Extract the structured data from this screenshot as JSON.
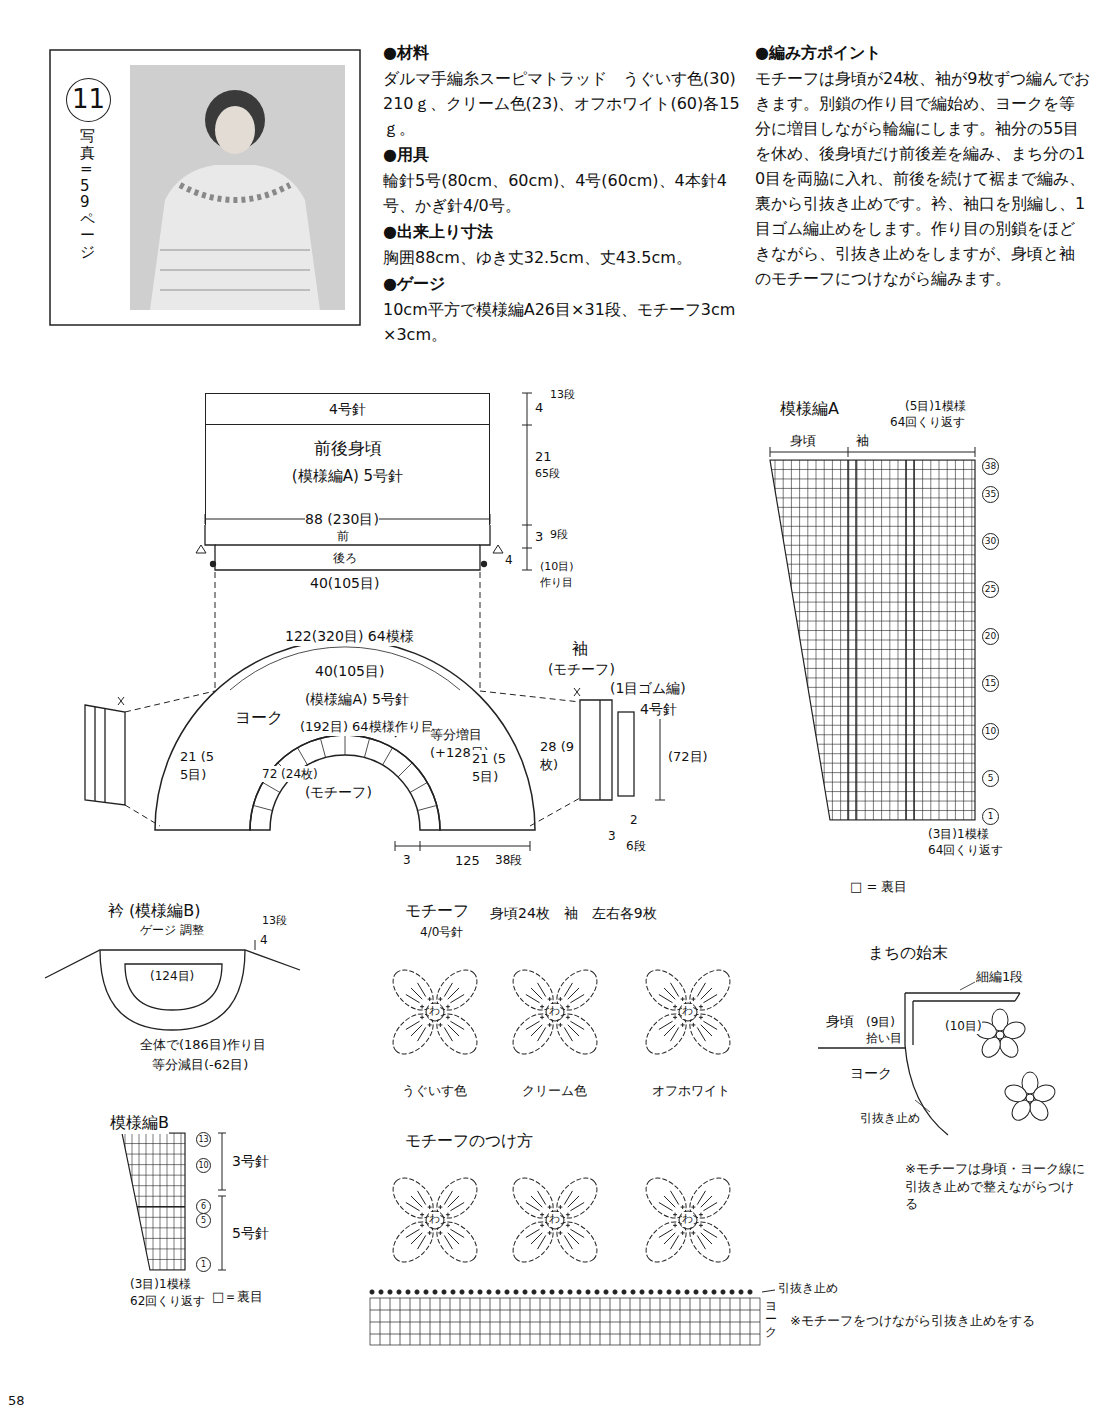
{
  "diagram": {
    "nodes": [
      {
        "text": [
          "11"
        ]
      },
      {
        "text": [
          "4号針"
        ]
      },
      {
        "text": [
          "前後身頃",
          "(模様編A) 5号針"
        ]
      },
      {
        "text": [
          "(模様編A) 5号針",
          "ヨーク"
        ]
      },
      {
        "text": [
          "(モチーフ)"
        ]
      }
    ],
    "labels": [
      "写真=59ページ",
      "●材料",
      "ダルマ手編糸スーピマトラッド　うぐいす色(30)210ｇ、クリーム色(23)、オフホワイト(60)各15ｇ。",
      "●用具",
      "輪針5号(80cm、60cm)、4号(60cm)、4本針4号、かぎ針4/0号。",
      "●出来上り寸法",
      "胸囲88cm、ゆき丈32.5cm、丈43.5cm。",
      "●ゲージ",
      "10cm平方で模様編A26目×31段、モチーフ3cm×3cm。",
      "●編み方ポイント",
      "モチーフは身頃が24枚、袖が9枚ずつ編んでおきます。別鎖の作り目で編始め、ヨークを等分に増目しながら輪編にします。袖分の55目を休め、後身頃だけ前後差を編み、まち分の10目を両脇に入れ、前後を続けて裾まで編み、裏から引抜き止めです。衿、袖口を別編し、1目ゴム編止めをします。作り目の別鎖をほどきながら、引抜き止めをしますが、身頃と袖のモチーフにつけながら編みます。",
      "88 (230目)",
      "前",
      "後ろ",
      "40(105目)",
      "4",
      "13段",
      "21",
      "65段",
      "3",
      "9段",
      "4",
      "(10目)",
      "作り目",
      "122(320目) 64模様",
      "40(105目)",
      "(192目) 64模様作り目",
      "72 (24枚)",
      "等分増目 (+128目)",
      "21 (55目)",
      "21 (55目)",
      "3",
      "125",
      "38段",
      "袖",
      "(モチーフ)",
      "(1目ゴム編)",
      "4号針",
      "28 (9枚)",
      "(72目)",
      "3",
      "2",
      "6段",
      "模様編A",
      "(5目)1模様",
      "64回くり返す",
      "身頃",
      "袖",
      "38",
      "35",
      "30",
      "25",
      "20",
      "15",
      "10",
      "5",
      "1",
      "(3目)1模様",
      "64回くり返す",
      "□ = 裏目",
      "衿 (模様編B)",
      "ゲージ 調整",
      "4",
      "13段",
      "(124目)",
      "全体で(186目)作り目",
      "等分減目(-62目)",
      "模様編B",
      "13",
      "10",
      "6",
      "5",
      "1",
      "3号針",
      "5号針",
      "(3目)1模様",
      "62回くり返す",
      "□＝裏目",
      "モチーフ",
      "身頃24枚　袖　左右各9枚",
      "4/0号針",
      "わ",
      "わ",
      "わ",
      "うぐいす色",
      "クリーム色",
      "オフホワイト",
      "モチーフのつけ方",
      "わ",
      "わ",
      "わ",
      "引抜き止め",
      "ヨーク",
      "※モチーフをつけながら引抜き止めをする",
      "まちの始末",
      "細編1段",
      "身頃",
      "(9目) 拾い目",
      "(10目)",
      "ヨーク",
      "引抜き止め",
      "※モチーフは身頃・ヨーク線に引抜き止めで整えながらつける",
      "58"
    ]
  }
}
